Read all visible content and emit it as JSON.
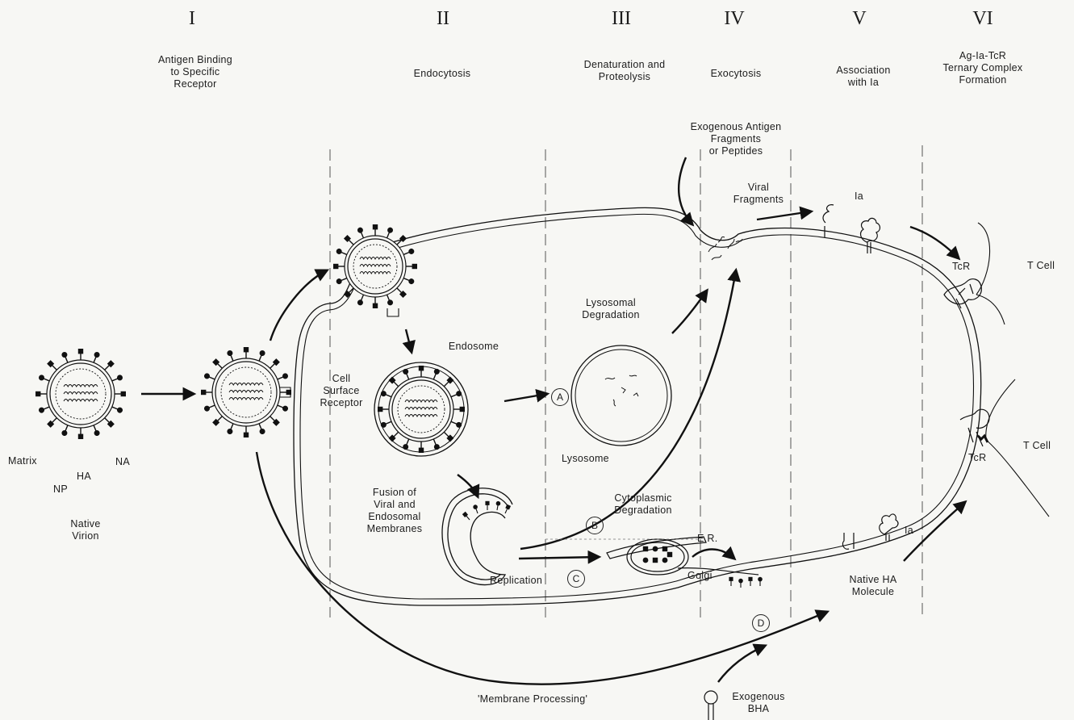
{
  "stages": [
    {
      "numeral": "I",
      "title": "Antigen Binding\nto Specific\nReceptor"
    },
    {
      "numeral": "II",
      "title": "Endocytosis"
    },
    {
      "numeral": "III",
      "title": "Denaturation and\nProteolysis"
    },
    {
      "numeral": "IV",
      "title": "Exocytosis"
    },
    {
      "numeral": "V",
      "title": "Association\nwith Ia"
    },
    {
      "numeral": "VI",
      "title": "Ag-Ia-TcR\nTernary Complex\nFormation"
    }
  ],
  "labels": {
    "exogenous_antigen": "Exogenous Antigen\nFragments\nor Peptides",
    "viral_fragments": "Viral\nFragments",
    "ia_top": "Ia",
    "tcr_top": "TcR",
    "t_cell_top": "T Cell",
    "t_cell_bottom": "T Cell",
    "tcr_bottom": "TcR",
    "ia_bottom": "Ia",
    "lysosomal_degradation": "Lysosomal\nDegradation",
    "endosome": "Endosome",
    "cell_surface_receptor": "Cell\nSurface\nReceptor",
    "lysosome": "Lysosome",
    "cytoplasmic_degradation": "Cytoplasmic\nDegradation",
    "fusion": "Fusion of\nViral and\nEndosomal\nMembranes",
    "er": "E.R.",
    "golgi": "Golgi",
    "replication": "Replication",
    "native_ha_molecule": "Native HA\nMolecule",
    "matrix": "Matrix",
    "ha": "HA",
    "na": "NA",
    "np": "NP",
    "native_virion": "Native\nVirion",
    "membrane_processing": "'Membrane Processing'",
    "exogenous_bha": "Exogenous\nBHA"
  },
  "pathways": [
    "A",
    "B",
    "C",
    "D"
  ]
}
